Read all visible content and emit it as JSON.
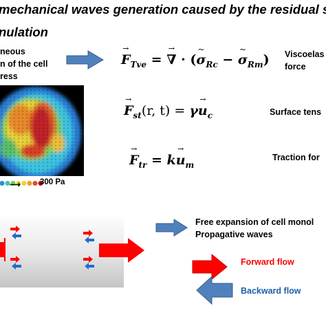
{
  "title": {
    "line1": "mechanical waves generation caused by the residual str",
    "line2": "nulation"
  },
  "heatmap_text": {
    "line1": "neous",
    "line2": "n of the cell",
    "line3": "ress",
    "scale_label": "300 Pa"
  },
  "equations": {
    "viscoelastic": {
      "lhs_symbol": "F",
      "lhs_subscript": "Tve",
      "equals": "=",
      "nabla": "∇",
      "dot": "·",
      "open": "(",
      "sigma1": "σ",
      "sigma1_sub": "Rc",
      "minus": "−",
      "sigma2": "σ",
      "sigma2_sub": "Rm",
      "close": ")",
      "label_line1": "Viscoelas",
      "label_line2": "force"
    },
    "surface": {
      "lhs_symbol": "F",
      "lhs_subscript": "st",
      "args": "(r, t) = ",
      "gamma": "γ",
      "u": "u",
      "u_sub": "c",
      "label": "Surface tens"
    },
    "traction": {
      "lhs_symbol": "F",
      "lhs_subscript": "tr",
      "equals_k": " = k",
      "u": "u",
      "u_sub": "m",
      "label": "Traction for"
    }
  },
  "bottom": {
    "line1": "Free expansion of cell monol",
    "line2": "Propagative waves",
    "forward_label": "Forward flow",
    "backward_label": "Backward flow"
  },
  "colors": {
    "arrow_blue": "#4f81bd",
    "arrow_red": "#ff0000",
    "forward_text": "#ff0000",
    "backward_text": "#1f5fa8"
  }
}
